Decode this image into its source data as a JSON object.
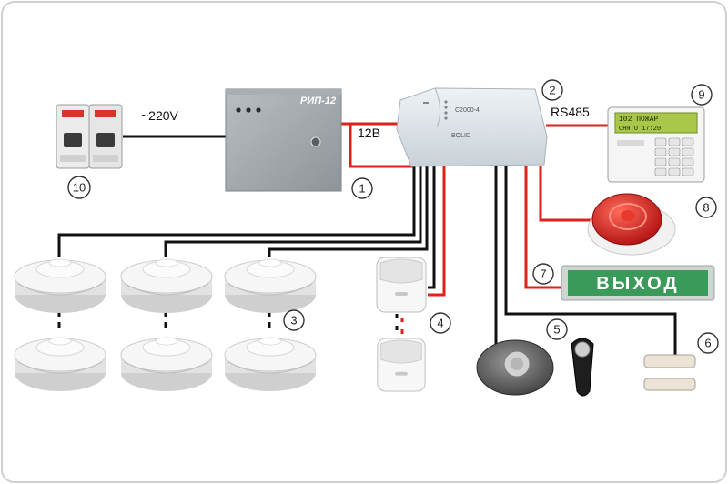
{
  "labels": {
    "power_supply": "1",
    "controller": "2",
    "smoke_detectors": "3",
    "motion_detectors": "4",
    "access_reader": "5",
    "magnetic_contacts": "6",
    "exit_sign": "7",
    "siren": "8",
    "keypad": "9",
    "circuit_breaker": "10"
  },
  "texts": {
    "mains": "~220V",
    "supply_voltage": "12В",
    "bus": "RS485"
  },
  "devices": {
    "power_supply_model": "РИП-12",
    "controller_model": "С2000-4",
    "controller_brand": "BOLID",
    "exit_sign_text": "ВЫХОД",
    "keypad_line1": "102 ПОЖАР",
    "keypad_line2": "СНЯТО  17:20"
  },
  "colors": {
    "power_wire": "#e0201a",
    "signal_wire": "#111111",
    "exit_sign_green": "#3a9a5a",
    "siren_red": "#d61a1a"
  }
}
